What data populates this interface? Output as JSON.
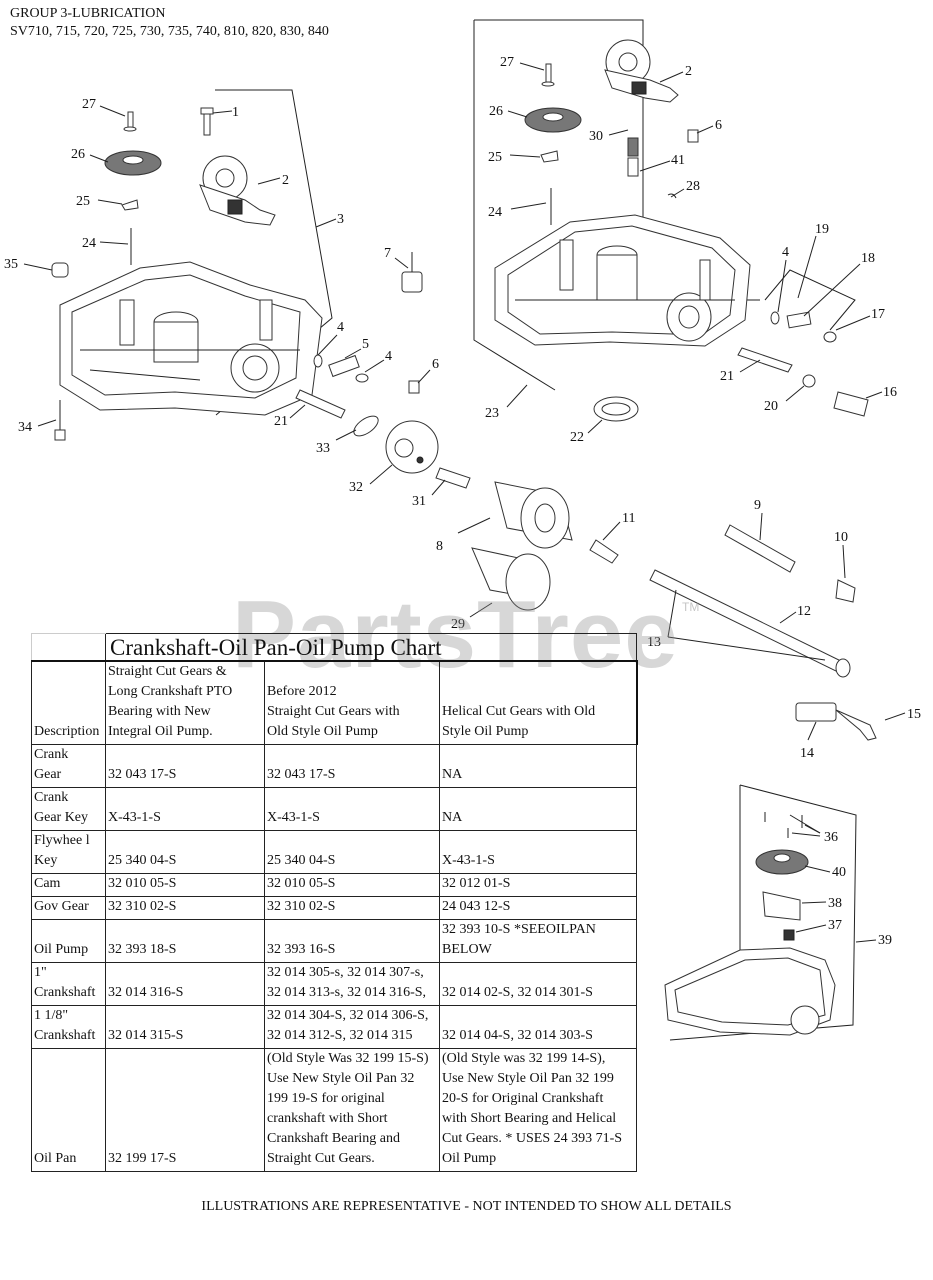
{
  "header": {
    "line1": "GROUP 3-LUBRICATION",
    "line2": "SV710, 715, 720, 725, 730, 735, 740, 810, 820, 830, 840"
  },
  "watermark": "PartsTree",
  "trademark": "TM",
  "callouts": [
    "1",
    "2",
    "3",
    "4",
    "5",
    "4",
    "6",
    "7",
    "21",
    "24",
    "25",
    "26",
    "27",
    "31",
    "32",
    "33",
    "34",
    "35",
    "8",
    "29",
    "2",
    "4",
    "6",
    "9",
    "10",
    "11",
    "12",
    "13",
    "14",
    "15",
    "16",
    "17",
    "18",
    "19",
    "20",
    "21",
    "22",
    "23",
    "24",
    "25",
    "26",
    "27",
    "28",
    "30",
    "36",
    "37",
    "38",
    "39",
    "40",
    "41"
  ],
  "chart": {
    "title": "Crankshaft-Oil Pan-Oil Pump Chart",
    "columns": [
      "Description",
      "Straight Cut Gears & Long Crankshaft PTO Bearing with New Integral Oil Pump.",
      "Before 2012 Straight Cut Gears with Old Style Oil Pump",
      "Helical Cut Gears with Old Style Oil Pump"
    ],
    "col1_lines": [
      "Straight Cut Gears &",
      "Long Crankshaft PTO",
      "Bearing with New",
      "Integral Oil Pump."
    ],
    "col2_lines": [
      "Before 2012",
      "Straight Cut Gears with",
      "Old Style Oil Pump"
    ],
    "col3_lines": [
      "Helical Cut Gears with Old",
      "Style Oil Pump"
    ],
    "rows": [
      {
        "desc": [
          "Crank",
          "Gear"
        ],
        "c1": [
          "32 043 17-S"
        ],
        "c2": [
          "32 043 17-S"
        ],
        "c3": [
          "NA"
        ]
      },
      {
        "desc": [
          "Crank",
          "Gear Key"
        ],
        "c1": [
          "X-43-1-S"
        ],
        "c2": [
          "X-43-1-S"
        ],
        "c3": [
          "NA"
        ]
      },
      {
        "desc": [
          "Flywhee l",
          "Key"
        ],
        "c1": [
          "25 340 04-S"
        ],
        "c2": [
          "25 340 04-S"
        ],
        "c3": [
          "X-43-1-S"
        ]
      },
      {
        "desc": [
          "Cam"
        ],
        "c1": [
          "32 010 05-S"
        ],
        "c2": [
          "32 010 05-S"
        ],
        "c3": [
          "32 012 01-S"
        ]
      },
      {
        "desc": [
          "Gov Gear"
        ],
        "c1": [
          "32 310 02-S"
        ],
        "c2": [
          "32 310 02-S"
        ],
        "c3": [
          "24 043 12-S"
        ]
      },
      {
        "desc": [
          "Oil Pump"
        ],
        "c1": [
          "32 393 18-S"
        ],
        "c2": [
          "32 393 16-S"
        ],
        "c3": [
          "32 393 10-S   *SEEOILPAN",
          "BELOW"
        ]
      },
      {
        "desc": [
          "1\"",
          "Crankshaft"
        ],
        "c1": [
          "32 014 316-S"
        ],
        "c2": [
          "32 014 305-s, 32 014 307-s,",
          "32 014 313-s, 32 014 316-S,"
        ],
        "c3": [
          "32 014 02-S, 32 014 301-S"
        ]
      },
      {
        "desc": [
          "1 1/8\"",
          "Crankshaft"
        ],
        "c1": [
          "32 014 315-S"
        ],
        "c2": [
          "32 014 304-S, 32 014 306-S,",
          "32 014 312-S, 32 014 315"
        ],
        "c3": [
          "32 014 04-S, 32 014 303-S"
        ]
      },
      {
        "desc": [
          "Oil Pan"
        ],
        "c1": [
          "32 199 17-S"
        ],
        "c2": [
          "(Old Style Was 32 199 15-S)",
          "Use New Style Oil Pan 32",
          "199 19-S for original",
          "crankshaft with Short",
          "Crankshaft Bearing and",
          "Straight Cut Gears."
        ],
        "c3": [
          "(Old Style was 32 199 14-S),",
          "Use New Style Oil Pan 32 199",
          "20-S for Original Crankshaft",
          "with Short Bearing and Helical",
          "Cut Gears. * USES 24 393 71-S",
          "Oil Pump"
        ]
      }
    ]
  },
  "footer": "ILLUSTRATIONS ARE REPRESENTATIVE - NOT INTENDED TO SHOW ALL DETAILS"
}
